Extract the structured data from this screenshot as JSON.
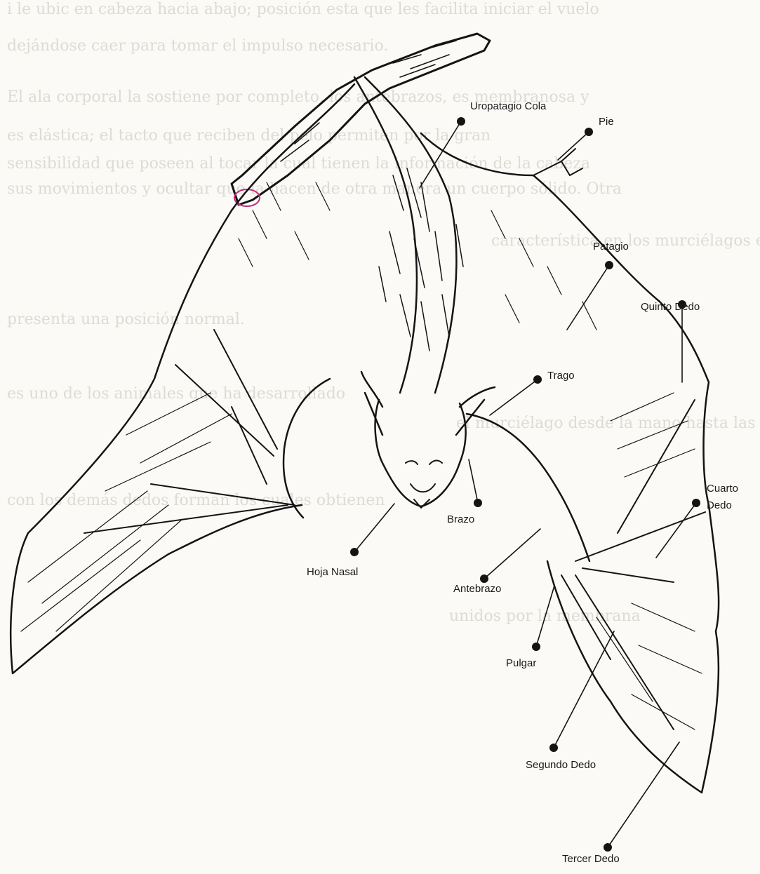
{
  "background_text": [
    "i le ubic en cabeza hacia abajo; posición esta que les facilita iniciar el vuelo",
    "dejándose caer para tomar el impulso necesario.",
    "El ala corporal la sostiene por completo, los antebrazos, es membranosa y",
    "es elástica; el tacto que reciben del pelo permiten por la gran",
    "sensibilidad que poseen al tocar la cual tienen la información de la cabeza",
    "sus movimientos y ocultar que la hacen de otra manera un cuerpo sólido. Otra",
    "característica en los murciélagos es que el cuerpo",
    "presenta una posición normal.",
    "es uno de los animales que ha desarrollado",
    "el murciélago desde la mano hasta las alas",
    "con los demás dedos forman los cuales obtienen",
    "unidos por la membrana"
  ],
  "labels": {
    "uropatagio": "Uropatagio Cola",
    "pie": "Pie",
    "patagio": "Patagio",
    "quinto": "Quinto Dedo",
    "trago": "Trago",
    "cuarto_1": "Cuarto",
    "cuarto_2": "Dedo",
    "brazo": "Brazo",
    "hoja": "Hoja Nasal",
    "antebrazo": "Antebrazo",
    "pulgar": "Pulgar",
    "segundo": "Segundo Dedo",
    "tercer": "Tercer Dedo"
  },
  "colors": {
    "ink": "#141414",
    "paper": "#fbfaf6",
    "faded_text": "#b9b6ad",
    "accent_ring": "#c0307a"
  }
}
